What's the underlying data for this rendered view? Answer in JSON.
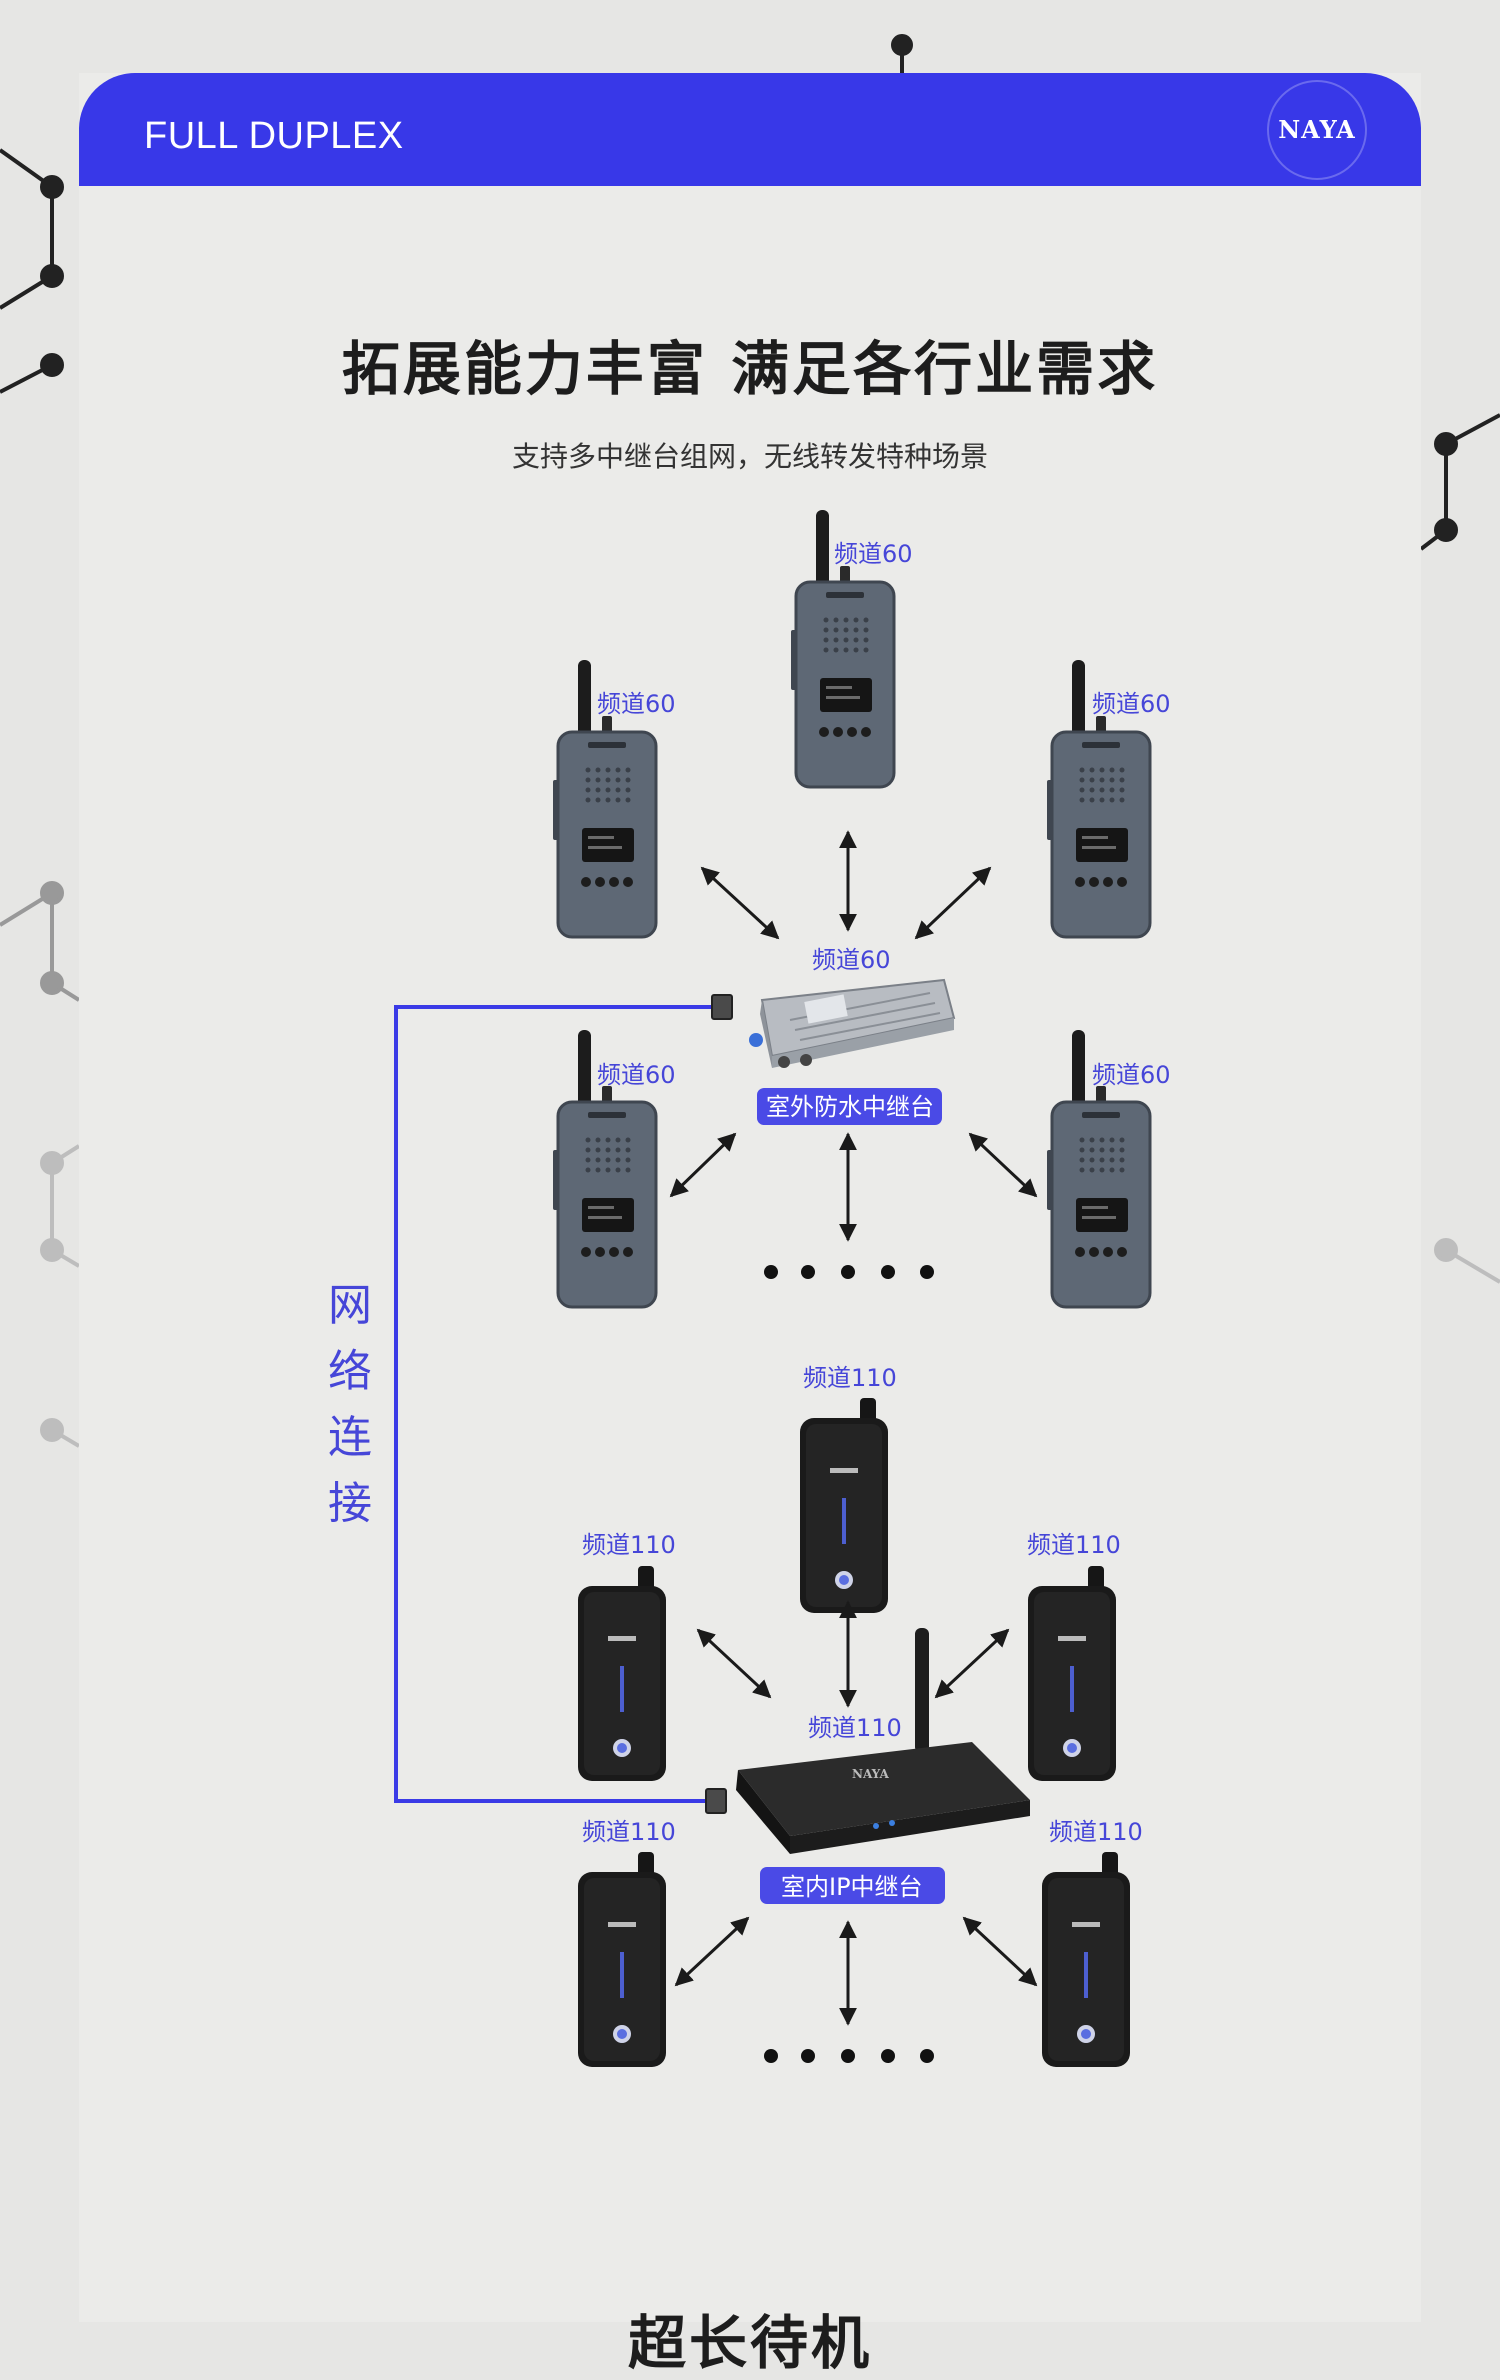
{
  "header": {
    "banner_title": "FULL DUPLEX",
    "logo_text": "NAYA",
    "accent_color": "#3838e8"
  },
  "section": {
    "title": "拓展能力丰富 满足各行业需求",
    "subtitle": "支持多中继台组网，无线转发特种场景"
  },
  "diagram": {
    "network_label": [
      "网",
      "络",
      "连",
      "接"
    ],
    "channel_a": "频道60",
    "channel_b": "频道110",
    "outdoor_repeater": {
      "label": "室外防水中继台",
      "channel": "频道60"
    },
    "indoor_repeater": {
      "label": "室内IP中继台",
      "channel": "频道110"
    },
    "line_color": "#3a3ae6",
    "device_brand": "NAYA"
  },
  "next_section": {
    "title": "超长待机"
  }
}
